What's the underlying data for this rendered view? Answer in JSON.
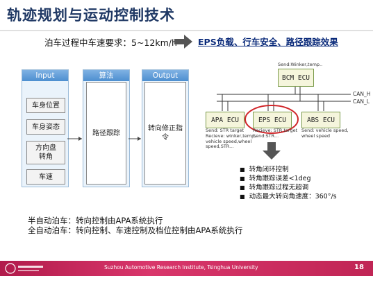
{
  "header": {
    "title": "轨迹规划与运动控制技术"
  },
  "requirement": {
    "text": "泊车过程中车速要求：5~12km/h",
    "result": "EPS负载、行车安全、路径跟踪效果"
  },
  "flow": {
    "input_label": "Input",
    "algo_label": "算法",
    "output_label": "Output",
    "inputs": [
      "车身位置",
      "车身姿态",
      "方向盘\n转角",
      "车速"
    ],
    "algo_box": "路径跟踪",
    "output_box": "转向修正指令"
  },
  "network": {
    "bcm": "BCM ECU",
    "bcm_note": "Send:Winker,temp..",
    "can_h": "CAN_H",
    "can_l": "CAN_L",
    "apa": "APA ECU",
    "eps": "EPS ECU",
    "abs": "ABS ECU",
    "apa_note": "Send: STR target\nRecieve: winker,temp,\nvehicle speed,wheel\nspeed,STR...",
    "eps_note": "Recieve: STR target\nSend:STR...",
    "abs_note": "Send: vehicle speed,\nwheel speed"
  },
  "bullets": [
    "转角闭环控制",
    "转角跟踪误差<1deg",
    "转角跟踪过程无超调",
    "动态最大转向角速度：360°/s"
  ],
  "notes": [
    "半自动泊车：转向控制由APA系统执行",
    "全自动泊车：转向控制、车速控制及档位控制由APA系统执行"
  ],
  "footer": {
    "institute": "Suzhou Automotive Research Institute, Tsinghua University",
    "page": "18"
  },
  "colors": {
    "title": "#1f3864",
    "footer": "#c02555",
    "highlight": "#d0262a"
  }
}
